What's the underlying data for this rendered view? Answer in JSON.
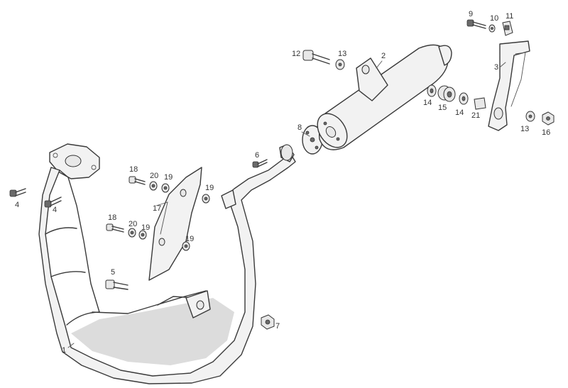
{
  "callouts": [
    {
      "id": "c1",
      "label": "1"
    },
    {
      "id": "c2",
      "label": "2"
    },
    {
      "id": "c3",
      "label": "3"
    },
    {
      "id": "c4a",
      "label": "4"
    },
    {
      "id": "c4b",
      "label": "4"
    },
    {
      "id": "c5",
      "label": "5"
    },
    {
      "id": "c6",
      "label": "6"
    },
    {
      "id": "c7",
      "label": "7"
    },
    {
      "id": "c8",
      "label": "8"
    },
    {
      "id": "c9",
      "label": "9"
    },
    {
      "id": "c10",
      "label": "10"
    },
    {
      "id": "c11",
      "label": "11"
    },
    {
      "id": "c12",
      "label": "12"
    },
    {
      "id": "c13a",
      "label": "13"
    },
    {
      "id": "c13b",
      "label": "13"
    },
    {
      "id": "c14a",
      "label": "14"
    },
    {
      "id": "c14b",
      "label": "14"
    },
    {
      "id": "c15",
      "label": "15"
    },
    {
      "id": "c16",
      "label": "16"
    },
    {
      "id": "c17",
      "label": "17"
    },
    {
      "id": "c18a",
      "label": "18"
    },
    {
      "id": "c18b",
      "label": "18"
    },
    {
      "id": "c19a",
      "label": "19"
    },
    {
      "id": "c19b",
      "label": "19"
    },
    {
      "id": "c19c",
      "label": "19"
    },
    {
      "id": "c19d",
      "label": "19"
    },
    {
      "id": "c20a",
      "label": "20"
    },
    {
      "id": "c20b",
      "label": "20"
    },
    {
      "id": "c21",
      "label": "21"
    }
  ]
}
